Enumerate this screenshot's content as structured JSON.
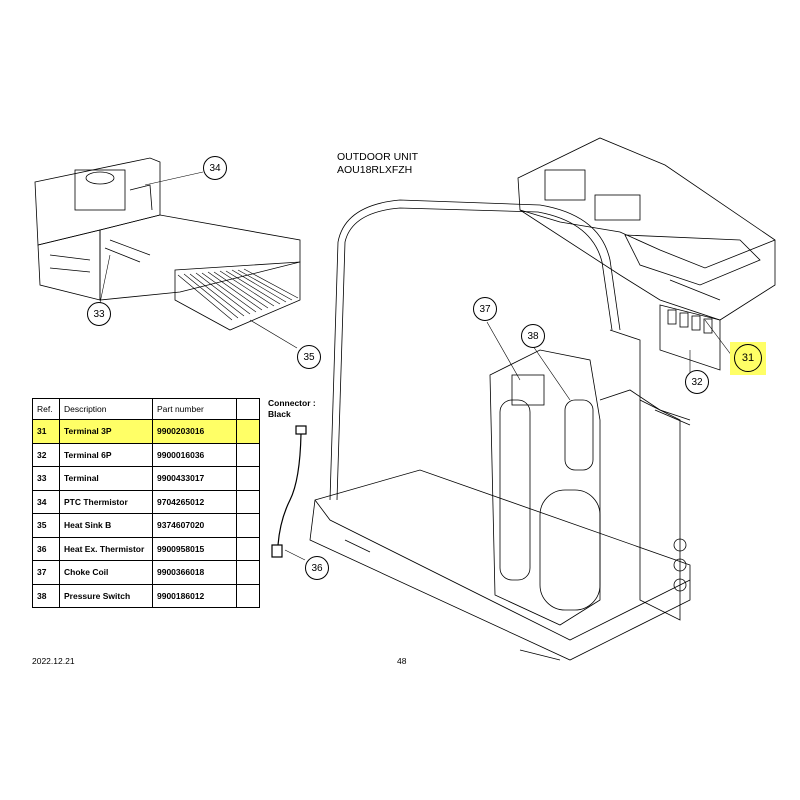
{
  "title": {
    "line1": "OUTDOOR UNIT",
    "line2": "AOU18RLXFZH"
  },
  "callouts": {
    "c31": "31",
    "c32": "32",
    "c33": "33",
    "c34": "34",
    "c35": "35",
    "c36": "36",
    "c37": "37",
    "c38": "38"
  },
  "connector": {
    "line1": "Connector :",
    "line2": "Black"
  },
  "table": {
    "headers": {
      "ref": "Ref.",
      "desc": "Description",
      "part": "Part number"
    },
    "rows": [
      {
        "ref": "31",
        "desc": "Terminal 3P",
        "part": "9900203016"
      },
      {
        "ref": "32",
        "desc": "Terminal 6P",
        "part": "9900016036"
      },
      {
        "ref": "33",
        "desc": "Terminal",
        "part": "9900433017"
      },
      {
        "ref": "34",
        "desc": "PTC Thermistor",
        "part": "9704265012"
      },
      {
        "ref": "35",
        "desc": "Heat Sink B",
        "part": "9374607020"
      },
      {
        "ref": "36",
        "desc": "Heat Ex. Thermistor",
        "part": "9900958015"
      },
      {
        "ref": "37",
        "desc": "Choke Coil",
        "part": "9900366018"
      },
      {
        "ref": "38",
        "desc": "Pressure Switch",
        "part": "9900186012"
      }
    ]
  },
  "footer": {
    "date": "2022.12.21",
    "page": "48"
  },
  "colors": {
    "highlight": "#ffff66",
    "line": "#000000"
  }
}
